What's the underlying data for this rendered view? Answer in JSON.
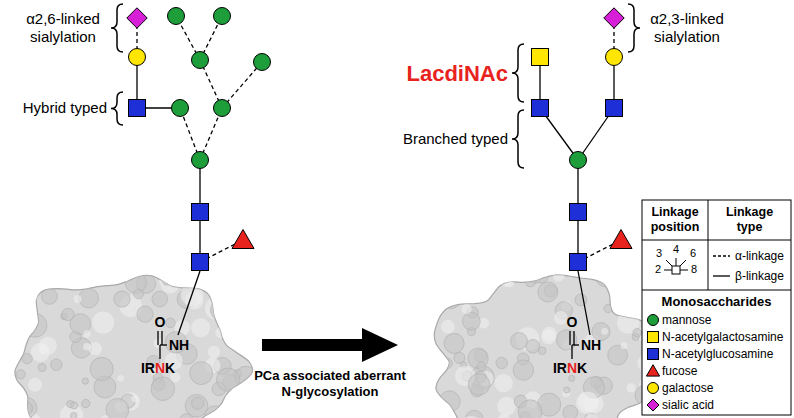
{
  "diagram": {
    "labels": [
      "α2,6-linked sialylation",
      "Hybrid typed",
      "O",
      "NH",
      "IR",
      "N",
      "K",
      "LacdiNAc",
      "α2,3-linked sialylation",
      "Branched typed",
      "O",
      "NH",
      "IR",
      "N",
      "K",
      "PCa associated aberrant N-glycosylation",
      "Linkage position",
      "Linkage type",
      "3",
      "4",
      "6",
      "2",
      "8",
      "Monosaccharides"
    ],
    "legend": [
      {
        "text": "α-linkage"
      },
      {
        "text": "β-linkage"
      },
      {
        "text": "mannose",
        "color": "#1e9e3a"
      },
      {
        "text": "N-acetylgalactosamine",
        "color": "#ffe600"
      },
      {
        "text": "N-acetylglucosamine",
        "color": "#1f2fd8"
      },
      {
        "text": "fucose",
        "color": "#e8231e"
      },
      {
        "text": "galactose",
        "color": "#ffe600"
      },
      {
        "text": "sialic acid",
        "color": "#d81fd8"
      }
    ]
  }
}
